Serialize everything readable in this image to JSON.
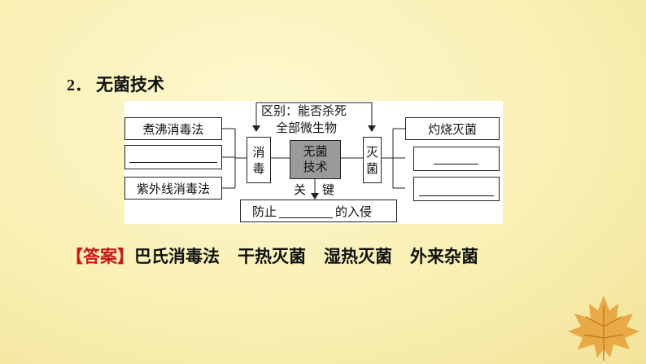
{
  "heading": {
    "number": "2．",
    "title": "无菌技术"
  },
  "diagram": {
    "top_note_1": "区别：能否杀死",
    "top_note_2": "全部微生物",
    "left_items": [
      "煮沸消毒法",
      "",
      "紫外线消毒法"
    ],
    "right_items": [
      "灼烧灭菌",
      "",
      ""
    ],
    "disinfection": [
      "消",
      "毒"
    ],
    "center": [
      "无菌",
      "技术"
    ],
    "sterilization": [
      "灭",
      "菌"
    ],
    "key_label_1": "关",
    "key_label_2": "键",
    "bottom_prefix": "防止",
    "bottom_suffix": "的入侵"
  },
  "answer": {
    "tag": "【答案】",
    "items": [
      "巴氏消毒法",
      "干热灭菌",
      "湿热灭菌",
      "外来杂菌"
    ]
  },
  "colors": {
    "answer_tag": "#d0161b",
    "background": "#f9f0b4",
    "leaf": "#e8a23a"
  }
}
